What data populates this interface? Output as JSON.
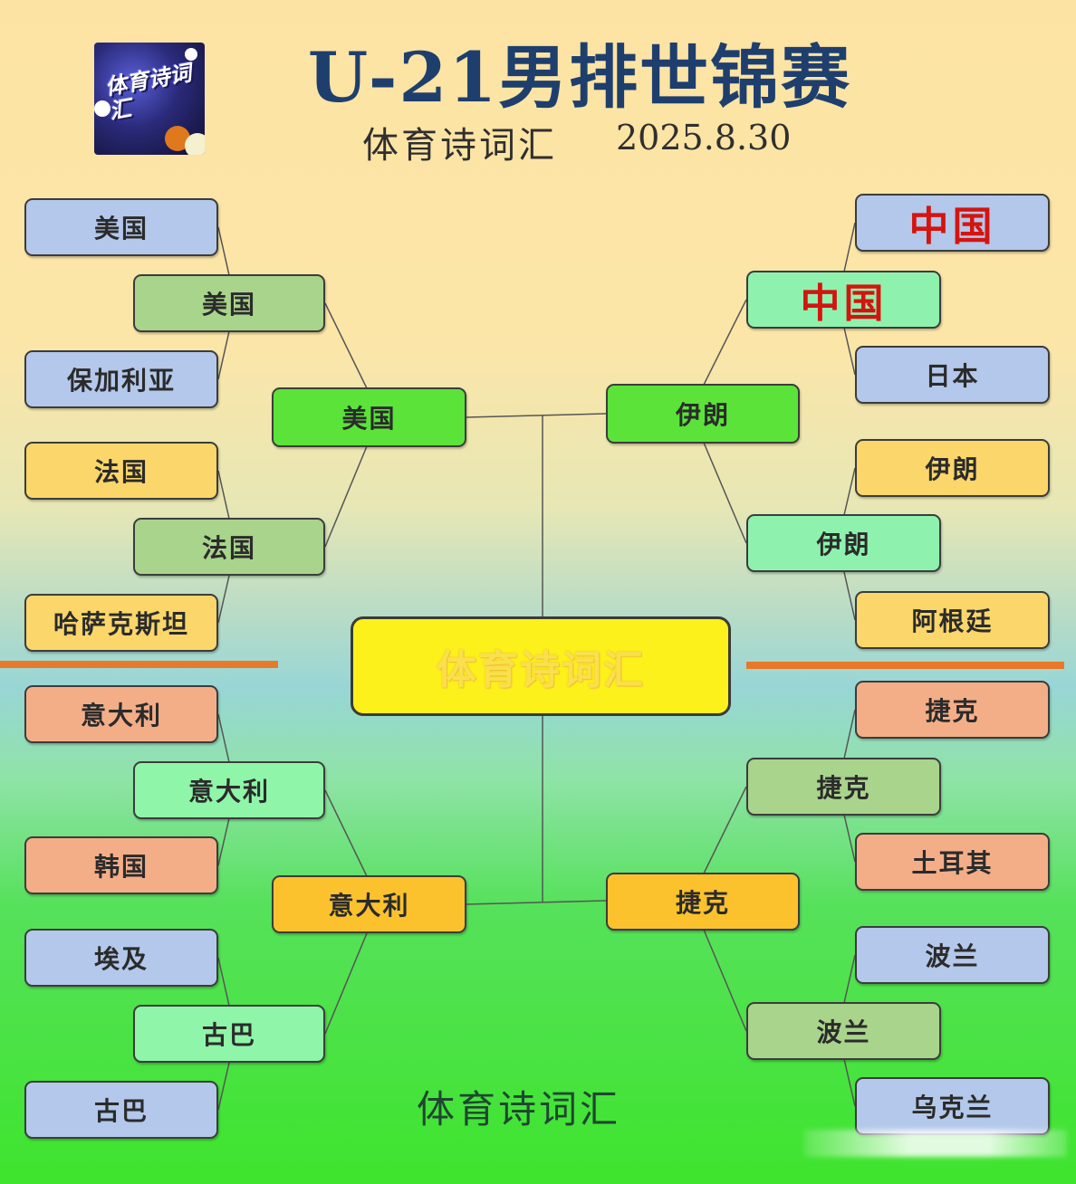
{
  "title": "U-21男排世锦赛",
  "brand": "体育诗词汇",
  "date": "2025.8.30",
  "center_label": "体育诗词汇",
  "footer": "体育诗词汇",
  "logo_text": "体育诗词汇",
  "colors": {
    "blue": "#b3c8ea",
    "olive": "#a8d48c",
    "lime": "#5be33a",
    "mint": "#8ff5a8",
    "yellow": "#fbd66a",
    "salmon": "#f3ae88",
    "orange": "#fbc22e",
    "title": "#1e3f6e",
    "divider": "#e8782a",
    "china_red": "#d4140f"
  },
  "bracket": {
    "left": {
      "r1": [
        "美国",
        "保加利亚",
        "法国",
        "哈萨克斯坦",
        "意大利",
        "韩国",
        "埃及",
        "古巴"
      ],
      "r2": [
        "美国",
        "法国",
        "意大利",
        "古巴"
      ],
      "r3": [
        "美国",
        "意大利"
      ]
    },
    "right": {
      "r1": [
        "中国",
        "日本",
        "伊朗",
        "阿根廷",
        "捷克",
        "土耳其",
        "波兰",
        "乌克兰"
      ],
      "r2": [
        "中国",
        "伊朗",
        "捷克",
        "波兰"
      ],
      "r3": [
        "伊朗",
        "捷克"
      ]
    }
  }
}
